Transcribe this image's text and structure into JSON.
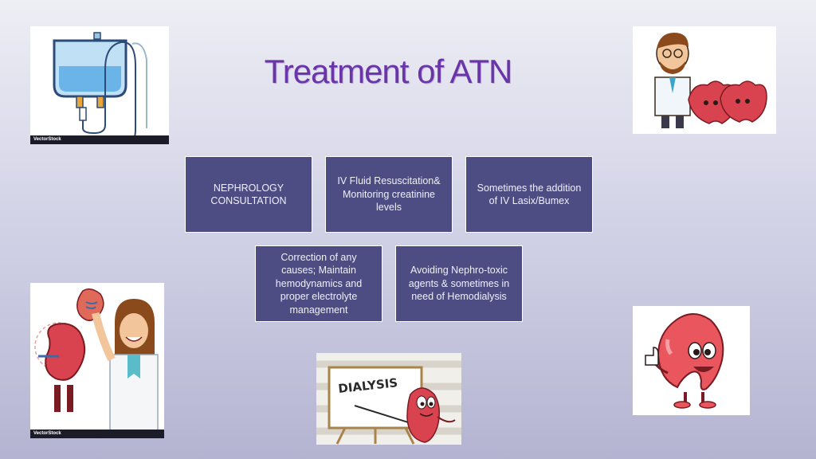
{
  "slide": {
    "title": "Treatment of ATN"
  },
  "boxes": [
    {
      "text": "NEPHROLOGY CONSULTATION"
    },
    {
      "text": "IV Fluid Resuscitation& Monitoring creatinine levels"
    },
    {
      "text": "Sometimes the addition of IV Lasix/Bumex"
    },
    {
      "text": "Correction of any causes; Maintain hemodynamics and proper electrolyte management"
    },
    {
      "text": "Avoiding Nephro-toxic agents & sometimes in need of Hemodialysis"
    }
  ],
  "images": {
    "iv_bag_watermark": "VectorStock",
    "girl_watermark": "VectorStock",
    "dialysis_board_text": "DIALYSIS"
  },
  "colors": {
    "title": "#6a35a8",
    "box_fill": "#4d4c83",
    "kidney": "#d9434f"
  }
}
